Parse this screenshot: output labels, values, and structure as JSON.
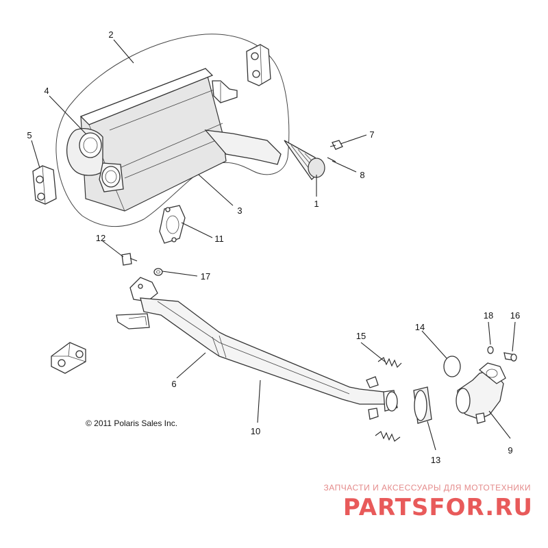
{
  "callouts": [
    {
      "id": "1",
      "text": "1"
    },
    {
      "id": "2",
      "text": "2"
    },
    {
      "id": "3",
      "text": "3"
    },
    {
      "id": "4",
      "text": "4"
    },
    {
      "id": "5",
      "text": "5"
    },
    {
      "id": "6",
      "text": "6"
    },
    {
      "id": "7",
      "text": "7"
    },
    {
      "id": "8",
      "text": "8"
    },
    {
      "id": "9",
      "text": "9"
    },
    {
      "id": "10",
      "text": "10"
    },
    {
      "id": "11",
      "text": "11"
    },
    {
      "id": "12",
      "text": "12"
    },
    {
      "id": "13",
      "text": "13"
    },
    {
      "id": "14",
      "text": "14"
    },
    {
      "id": "15",
      "text": "15"
    },
    {
      "id": "16",
      "text": "16"
    },
    {
      "id": "17",
      "text": "17"
    },
    {
      "id": "18",
      "text": "18"
    }
  ],
  "copyright": "© 2011 Polaris Sales Inc.",
  "watermark": {
    "tagline": "ЗАПЧАСТИ И АКСЕССУАРЫ ДЛЯ МОТОТЕХНИКИ",
    "brand": "PARTSFOR.RU",
    "color": "#e85a5a"
  }
}
